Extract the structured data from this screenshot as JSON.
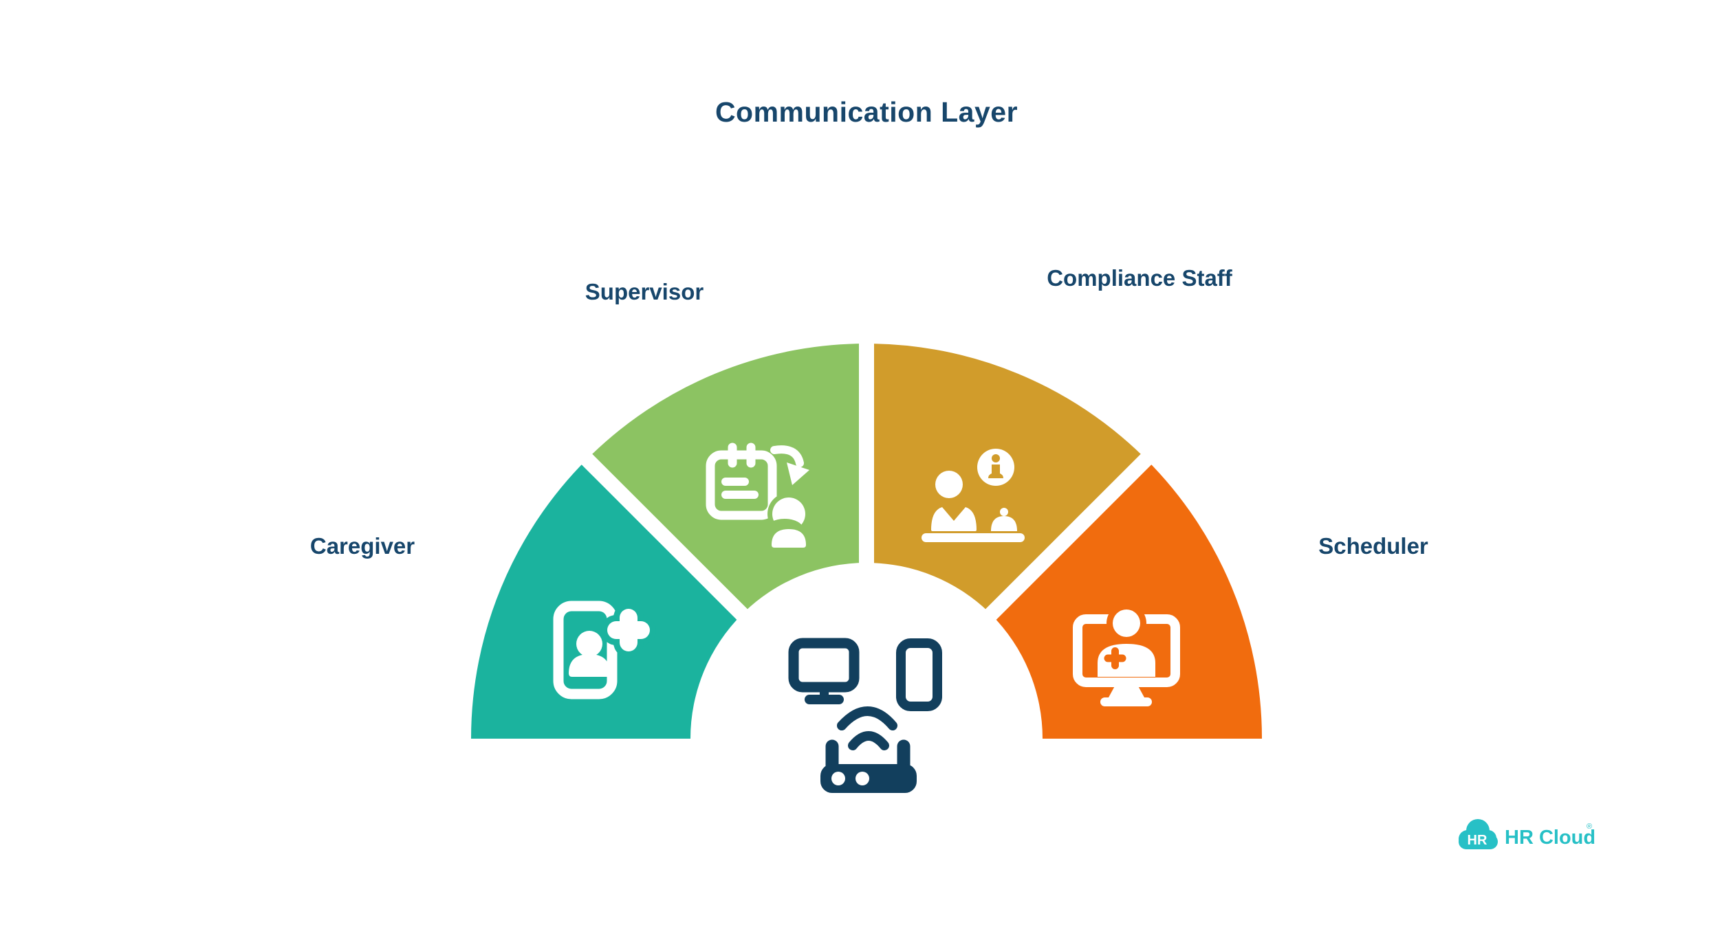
{
  "title": "Communication Layer",
  "background": "#FFFFFF",
  "text_color": "#17466B",
  "segments": [
    {
      "label": "Caregiver",
      "color": "#1BB39E",
      "icon": "caregiver-mobile-care-icon"
    },
    {
      "label": "Supervisor",
      "color": "#8CC362",
      "icon": "supervisor-task-handover-icon"
    },
    {
      "label": "Compliance Staff",
      "color": "#D19C2B",
      "icon": "compliance-reception-info-icon"
    },
    {
      "label": "Scheduler",
      "color": "#F16C0E",
      "icon": "scheduler-telehealth-icon"
    }
  ],
  "hub": {
    "icon": "hub-connected-devices-icon",
    "color": "#123F5D"
  },
  "logo": {
    "badge_text": "HR",
    "brand_text": "HR Cloud",
    "registered_mark": "®",
    "color": "#27C0C6"
  }
}
